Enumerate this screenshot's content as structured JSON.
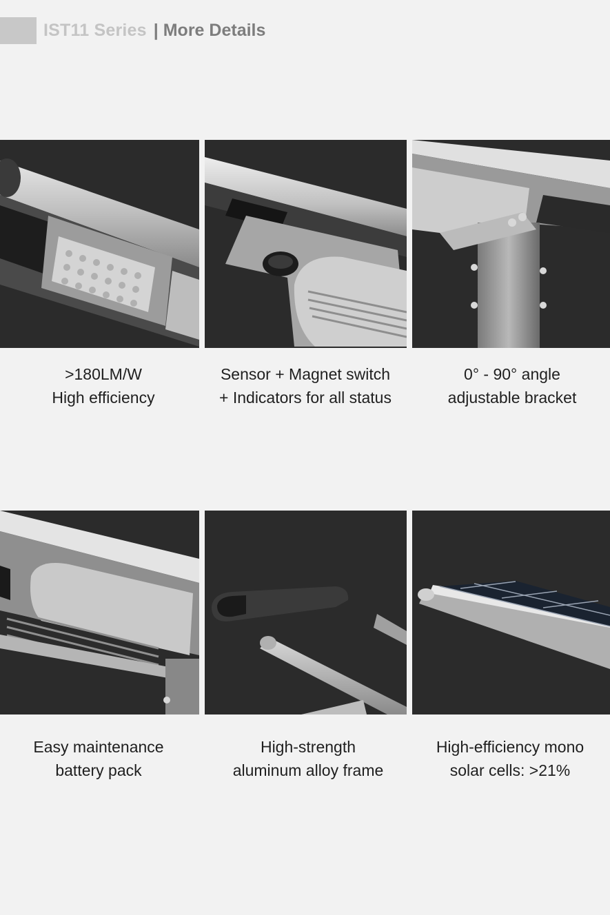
{
  "header": {
    "series": "IST11 Series",
    "separator": "|",
    "title": "More Details"
  },
  "features": [
    {
      "icon": "led-module-icon",
      "line1": ">180LM/W",
      "line2": "High efficiency"
    },
    {
      "icon": "sensor-switch-icon",
      "line1": "Sensor + Magnet switch",
      "line2": "+ Indicators for all status"
    },
    {
      "icon": "bracket-icon",
      "line1": "0° - 90° angle",
      "line2": "adjustable bracket"
    },
    {
      "icon": "battery-pack-icon",
      "line1": "Easy maintenance",
      "line2": "battery pack"
    },
    {
      "icon": "aluminum-frame-icon",
      "line1": "High-strength",
      "line2": "aluminum alloy frame"
    },
    {
      "icon": "solar-panel-icon",
      "line1": "High-efficiency mono",
      "line2": "solar cells: >21%"
    }
  ],
  "colors": {
    "background": "#f2f2f2",
    "tile": "#2b2b2b",
    "accent_gray": "#7d7d7d",
    "light_gray": "#c4c4c4"
  }
}
